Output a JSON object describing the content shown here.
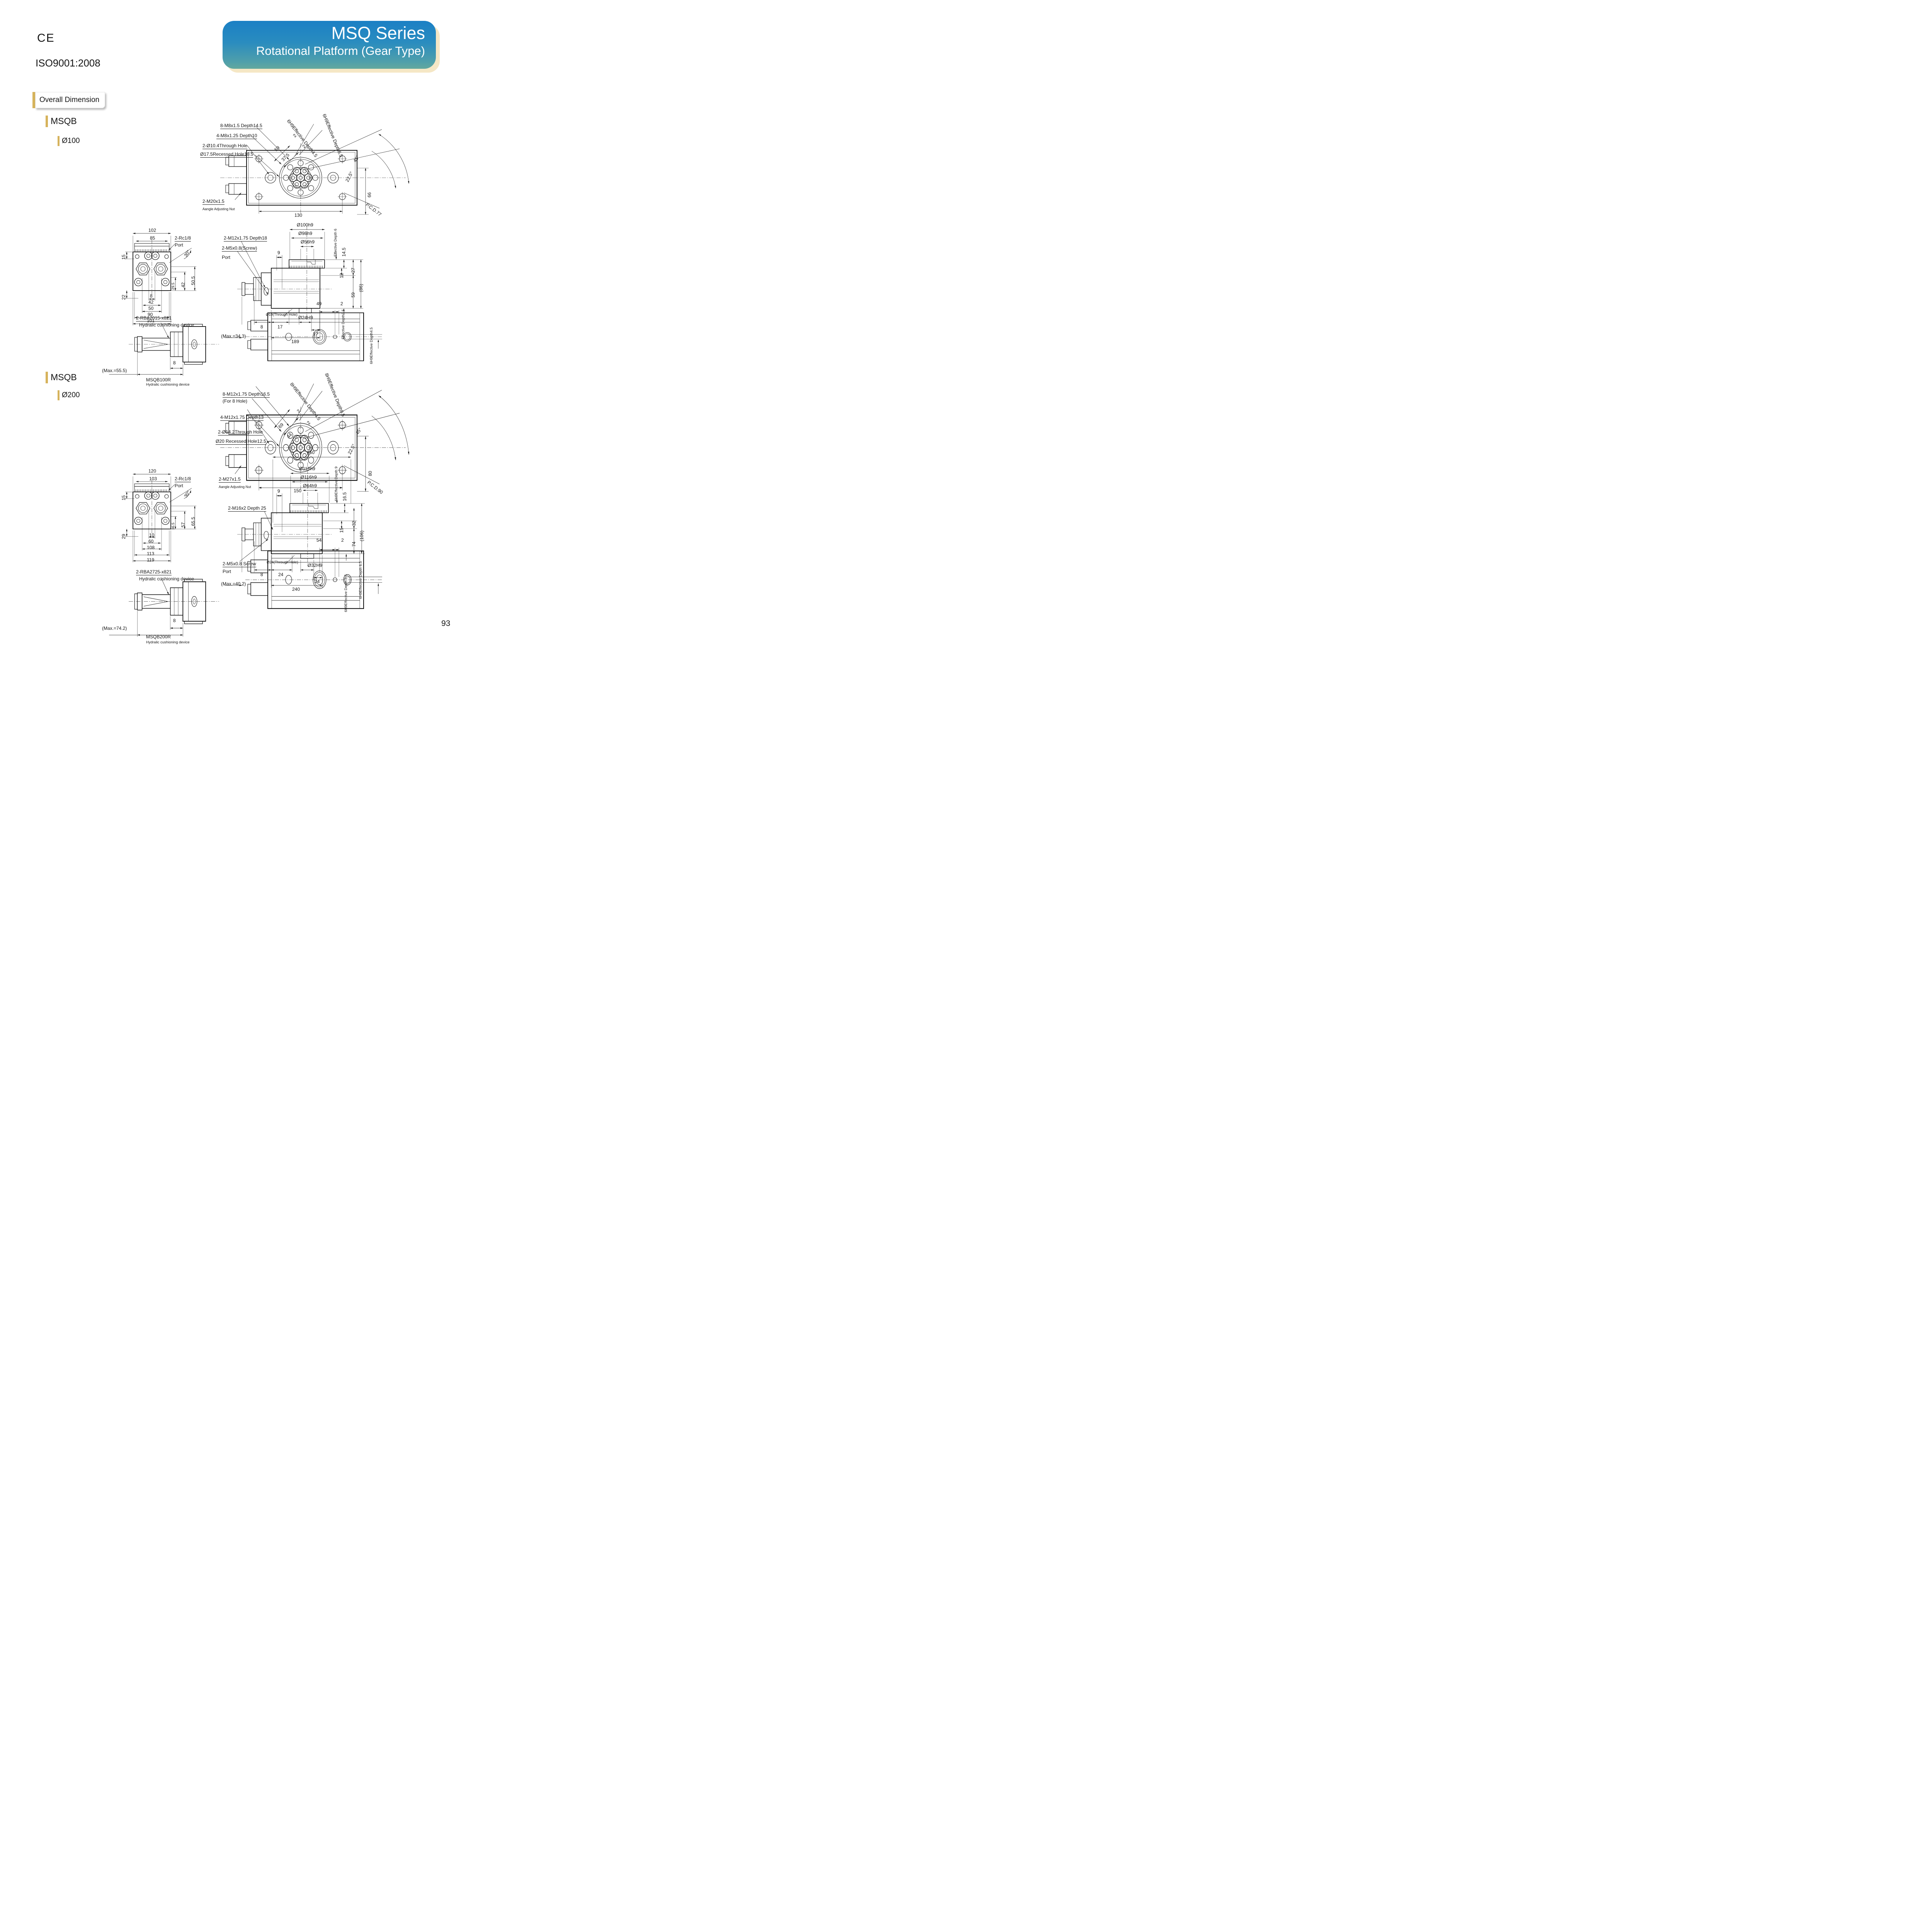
{
  "page_number": "93",
  "header": {
    "ce_mark": "CE",
    "iso_cert": "ISO9001:2008",
    "series_title": "MSQ Series",
    "series_subtitle": "Rotational Platform (Gear Type)",
    "section_heading": "Overall Dimension"
  },
  "colors": {
    "accent_gold": "#d6b35c",
    "banner_blue_top": "#1b80c5",
    "banner_teal_bottom": "#63a89e",
    "banner_shadow": "#f5e7c5",
    "line_color": "#151515"
  },
  "sizes": [
    {
      "model": "MSQB",
      "bore_label": "Ø100",
      "top_view": {
        "callout_top_thread": "8-M8x1.5 Depth14.5",
        "callout_side_thread": "4-M8x1.25 Depth10",
        "callout_through": "2-Ø10.4Through Hole",
        "callout_recessed": "Ø17.5Recessed Hole10.5",
        "nut_label": "2-M20x1.5",
        "nut_sublabel": "Aangle Adjusting Nut",
        "keyway_left": "6H9Effective Depth4.5",
        "keyway_right": "6H9Effective Depth6.5",
        "dim_key_offset": "59",
        "dim_key_offset2": "37.5",
        "dim_key_width_a": "2",
        "dim_key_width_b": "2",
        "angle_a": "45°",
        "angle_b": "22.5°",
        "dim_height": "66",
        "dim_width": "130",
        "pcd": "P.C.D.77"
      },
      "front_view": {
        "dim_overall_width": "102",
        "dim_inner_width": "85",
        "port_label": "2-Rc1/8",
        "port_sublabel": "Port",
        "dim_top": "15",
        "dim_bottom": "22",
        "angle": "30°",
        "dim_r1": "29.5",
        "dim_r2": "42",
        "dim_r3": "50.5",
        "dim_b1": "8",
        "dim_b2": "42",
        "dim_b3": "50",
        "dim_b4": "90",
        "dim_b5": "101"
      },
      "side_view": {
        "callout_thread": "2-M12x1.75 Depth18",
        "callout_screw": "2-M5x0.8(Screw)",
        "callout_port": "Port",
        "dia_1": "Ø100h9",
        "dia_2": "Ø98h9",
        "dia_3": "Ø56h9",
        "dim_9": "9",
        "eff_top": "Effective Depth 6",
        "dim_14_5": "14.5",
        "dim_27": "27",
        "dim_12": "12",
        "dim_59": "59",
        "dim_86": "(86)",
        "eff_bottom": "Effective Depth3.5",
        "through": "Ø19(Through Hole)",
        "dim_8": "8",
        "dim_17a": "17",
        "dia_24": "Ø24H9",
        "dim_17b": "17",
        "max_label": "(Max.=34.3)",
        "dim_length": "189"
      },
      "cushion_view": {
        "callout": "2-RBA2015-x821",
        "callout_sub": "Hydralic cushioning device",
        "dim_8": "8",
        "max_label": "(Max.=55.5)",
        "model_name": "MSQB100R",
        "model_sub": "Hydralic cushioning device"
      },
      "back_view": {
        "dim_a": "49",
        "dim_b": "2",
        "keyway": "6H9Effective Depth4.5"
      }
    },
    {
      "model": "MSQB",
      "bore_label": "Ø200",
      "top_view": {
        "callout_top_thread": "8-M12x1.75 Depth16.5",
        "callout_top_thread2": "(For 8 Hole)",
        "callout_side_thread": "4-M12x1.75 Depth13",
        "callout_through": "2-Ø14.2Through Hole",
        "callout_recessed": "Ø20 Recessed Hole12.5",
        "nut_label": "2-M27x1.5",
        "nut_sublabel": "Aangle Adjusting Nut",
        "keyway_left": "8H9Effective Depth4.5",
        "keyway_right": "8H9Effective Depth9.5",
        "dim_key_offset": "69",
        "dim_key_offset2": "44",
        "dim_key_width_a": "2",
        "dim_key_width_b": "2",
        "angle_a": "45°",
        "angle_b": "22.5°",
        "dim_height": "80",
        "dim_width": "150",
        "pcd": "P.C.D.90"
      },
      "front_view": {
        "dim_overall_width": "120",
        "dim_inner_width": "103",
        "port_label": "2-Rc1/8",
        "port_sublabel": "Port",
        "dim_top": "15",
        "dim_bottom": "29",
        "angle": "30°",
        "dim_r1": "36.5",
        "dim_r2": "57",
        "dim_r3": "65.5",
        "dim_b1": "10",
        "dim_b2": "60",
        "dim_b3": "108",
        "dim_b4": "113",
        "dim_b5": "119"
      },
      "side_view": {
        "dim_150": "150",
        "callout_thread": "2-M16x2 Depth 25",
        "callout_screw": "2-M5x0.8 Screw",
        "callout_port": "Port",
        "dia_1": "Ø118h9",
        "dia_2": "Ø116h9",
        "dia_3": "Ø64h9",
        "dim_9": "9",
        "eff_top": "6H9Effective Depth 9",
        "dim_16_5": "16.5",
        "dim_32": "32",
        "dim_15": "15",
        "dim_74": "74",
        "dim_106": "(106)",
        "eff_bottom": "6H9Effective Depth 5.5",
        "through": "Ø24(Through Hole)",
        "dim_8": "8",
        "dim_24a": "24",
        "dia_32": "Ø32H9",
        "dim_24b": "24",
        "max_label": "(Max.=40.2)",
        "dim_length": "240"
      },
      "cushion_view": {
        "callout": "2-RBA2725-x821",
        "callout_sub": "Hydralic cushioning device",
        "dim_8": "8",
        "max_label": "(Max.=74.2)",
        "model_name": "MSQB200R",
        "model_sub": "Hydralic cushioning device"
      },
      "back_view": {
        "dim_a": "54",
        "dim_b": "2",
        "keyway": "6H9Effective Depth 6.5",
        "keyway2_from_side": "6H9Effective Depth 5.5"
      }
    }
  ]
}
